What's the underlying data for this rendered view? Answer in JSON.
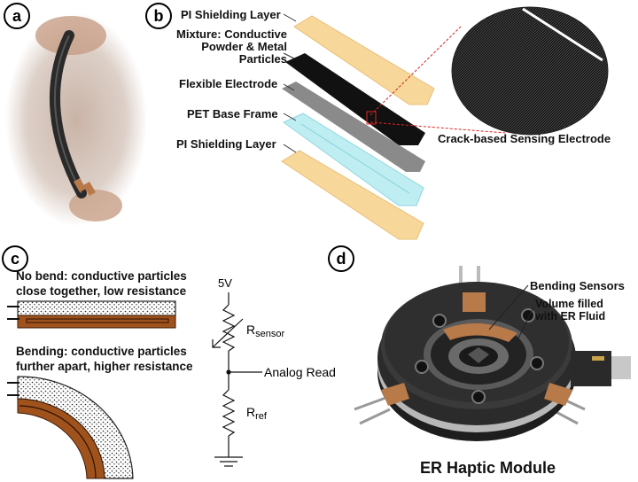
{
  "panels": {
    "a": {
      "badge": "a"
    },
    "b": {
      "badge": "b",
      "layers": [
        "PI Shielding Layer",
        "Mixture: Conductive Powder & Metal Particles",
        "Flexible Electrode",
        "PET Base Frame",
        "PI Shielding Layer"
      ],
      "zoom_label": "Crack-based Sensing Electrode"
    },
    "c": {
      "badge": "c",
      "no_bend_caption": "No bend: conductive particles close together, low resistance",
      "bend_caption": "Bending: conductive particles further apart, higher resistance",
      "circuit": {
        "supply": "5V",
        "rsensor_main": "R",
        "rsensor_sub": "sensor",
        "analog": "Analog Read",
        "rref_main": "R",
        "rref_sub": "ref"
      }
    },
    "d": {
      "badge": "d",
      "bending_sensors": "Bending Sensors",
      "volume_line1": "Volume filled",
      "volume_line2": "with ER Fluid",
      "title": "ER Haptic Module"
    }
  },
  "colors": {
    "pi_layer": "#f7d79a",
    "pet_frame": "#bfeef2",
    "electrode": "#8a8a8a",
    "mixture": "#111111",
    "copper": "#a0521d",
    "module_dark": "#2b2b2b"
  }
}
